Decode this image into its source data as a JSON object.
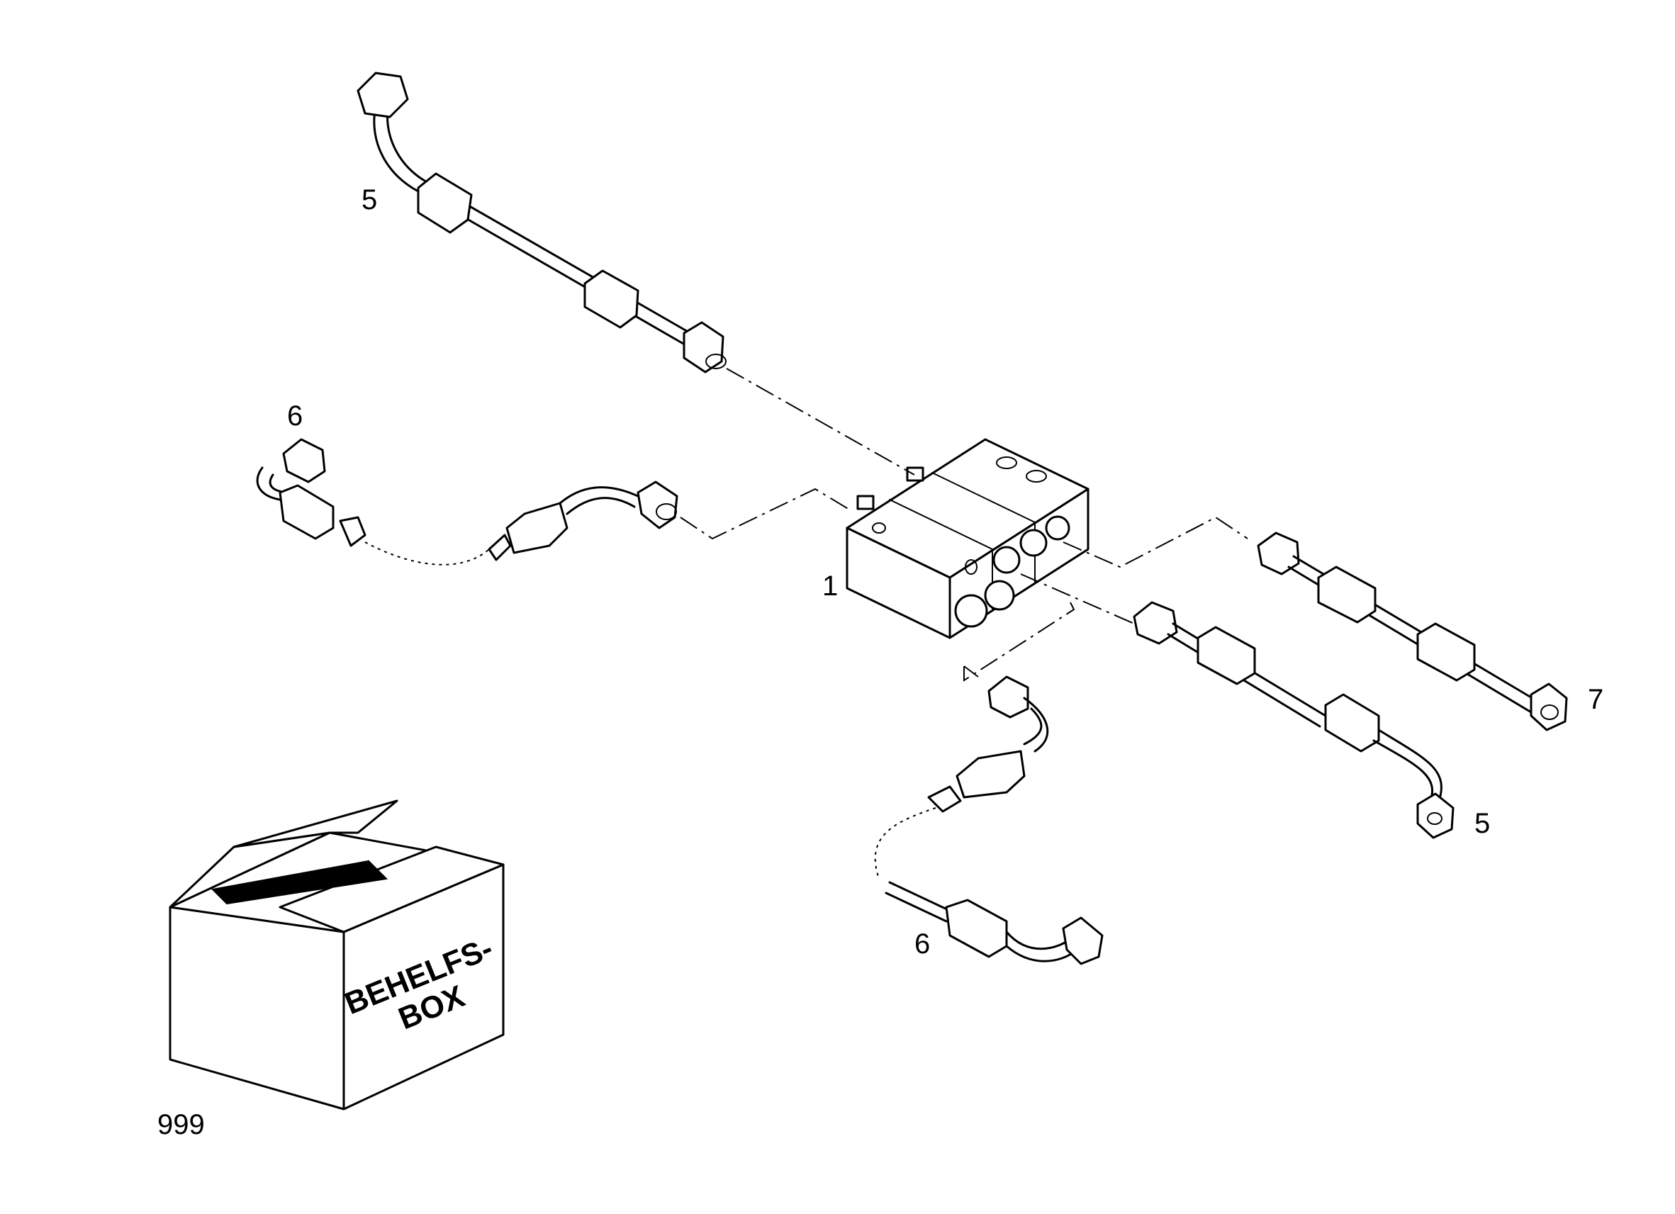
{
  "diagram": {
    "callouts": {
      "c1": "1",
      "c5_top": "5",
      "c5_right": "5",
      "c6_left": "6",
      "c6_bottom": "6",
      "c7": "7",
      "c999": "999"
    },
    "box_label": {
      "line1": "BEHELFS-",
      "line2": "BOX"
    }
  }
}
